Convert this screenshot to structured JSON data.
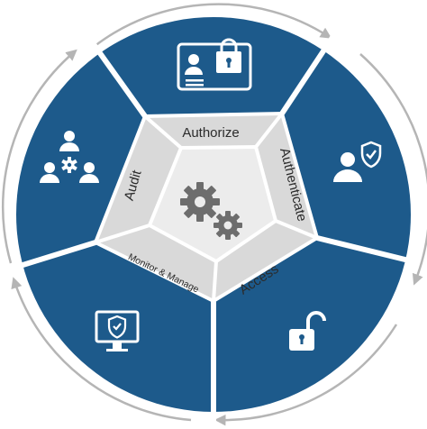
{
  "diagram": {
    "segments": [
      {
        "id": "authorize",
        "label": "Authorize",
        "icon": "id-card-lock-icon"
      },
      {
        "id": "authenticate",
        "label": "Authenticate",
        "icon": "user-shield-icon"
      },
      {
        "id": "access",
        "label": "Access",
        "icon": "unlocked-padlock-icon"
      },
      {
        "id": "monitor",
        "label": "Monitor & Manage",
        "icon": "monitor-shield-icon"
      },
      {
        "id": "audit",
        "label": "Audit",
        "icon": "team-gear-icon"
      }
    ],
    "center_icon": "gears-icon",
    "colors": {
      "segment_fill": "#1d5a8b",
      "inner_band": "#d9d9d9",
      "center": "#ececec",
      "divider": "#ffffff",
      "arrow": "#b5b5b5",
      "icon": "#ffffff",
      "gear": "#6d6d6d"
    }
  }
}
